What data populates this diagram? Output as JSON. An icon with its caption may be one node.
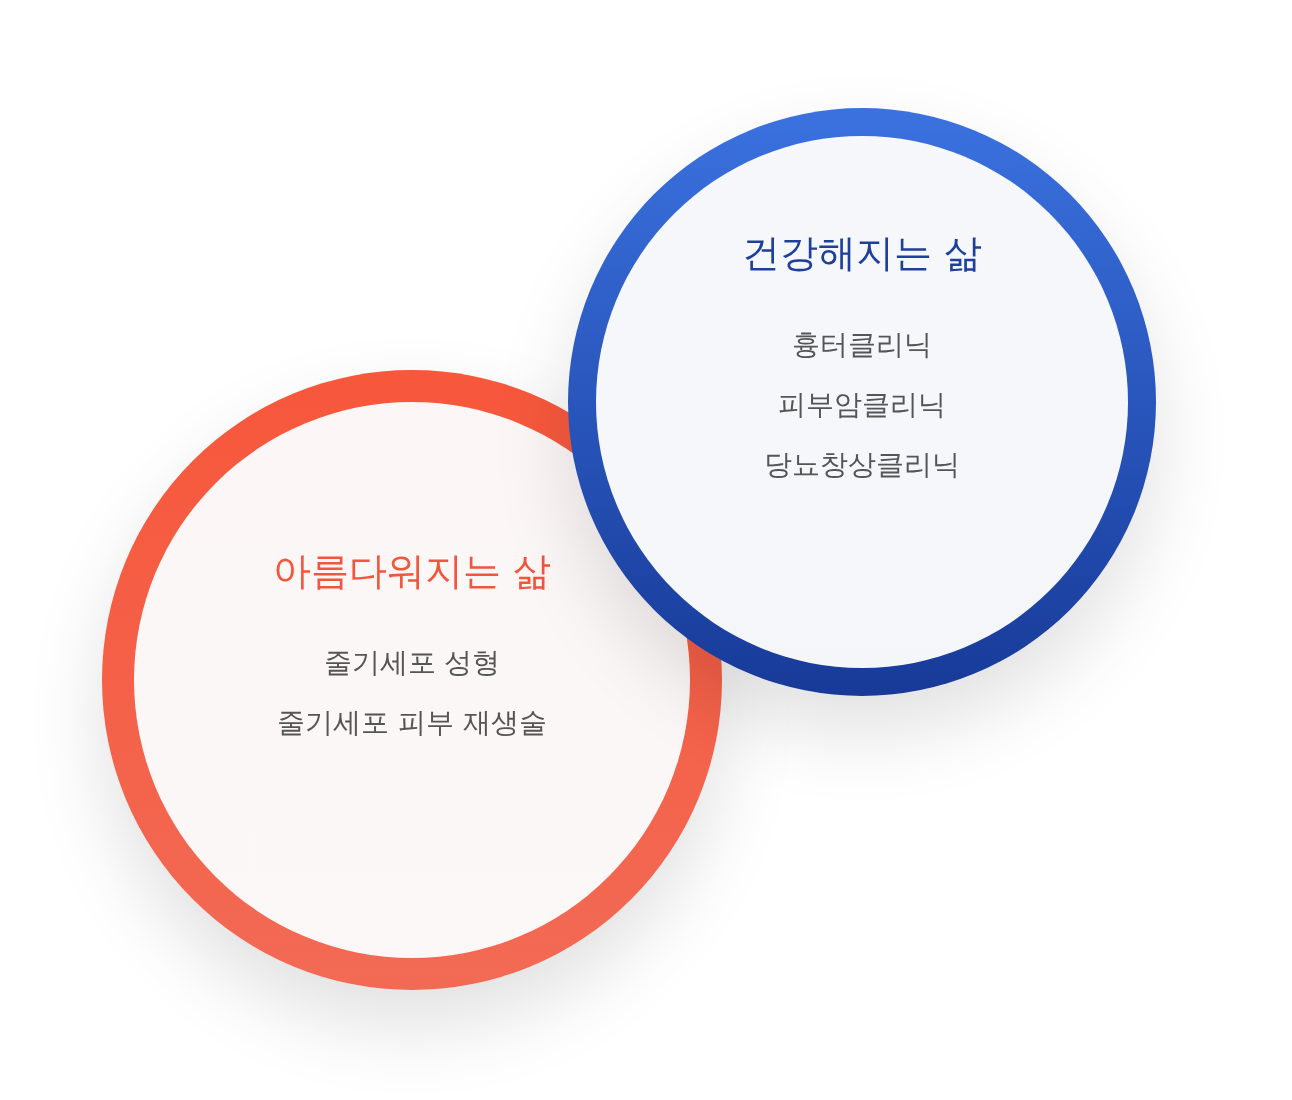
{
  "diagram": {
    "nodes": [
      {
        "text": [
          "건강해지는 삶",
          "흉터클리닉",
          "피부암클리닉",
          "당뇨창상클리닉"
        ]
      },
      {
        "text": [
          "아름다워지는 삶",
          "줄기세포 성형",
          "줄기세포 피부 재생술"
        ]
      }
    ]
  }
}
